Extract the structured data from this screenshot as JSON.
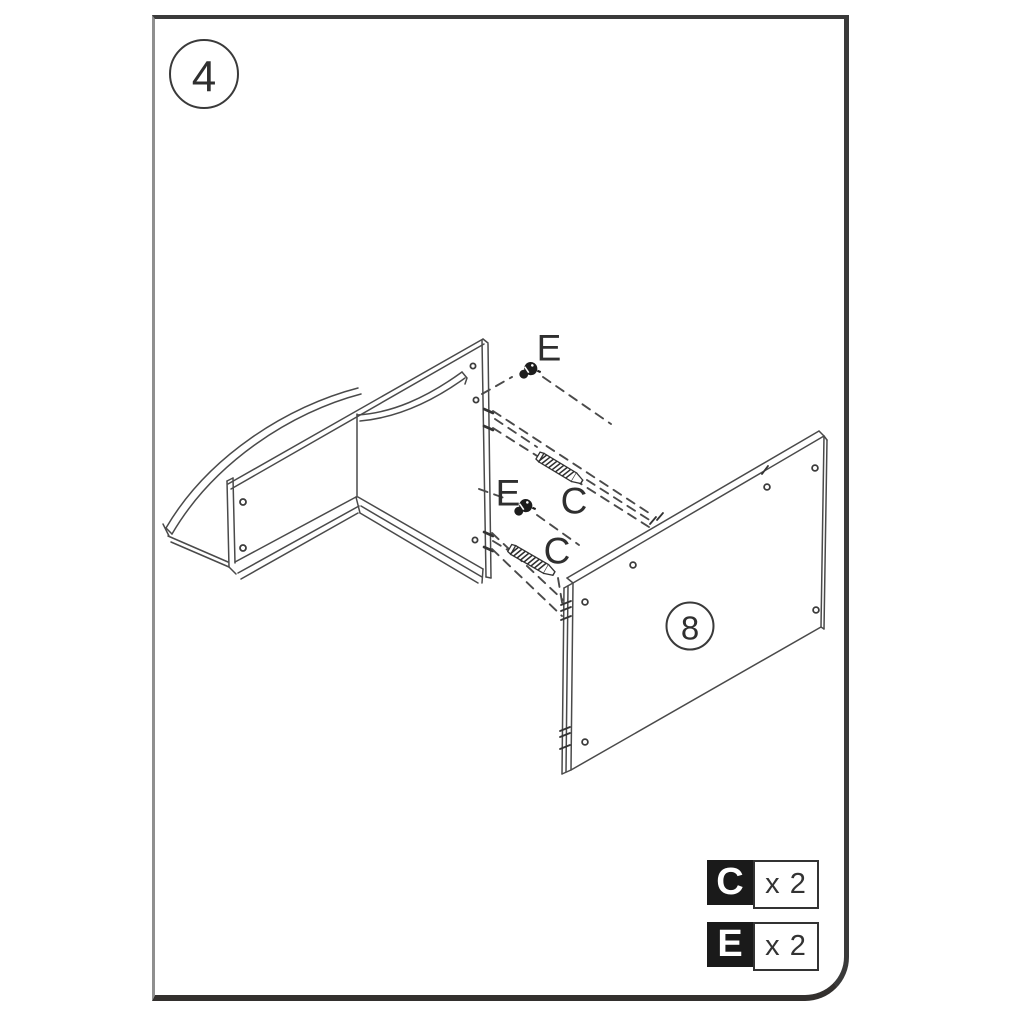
{
  "page": {
    "step_number": "4"
  },
  "diagram": {
    "panel_number": "8",
    "labels": {
      "cam_top": "E",
      "cam_mid": "E",
      "screw_upper": "C",
      "screw_lower": "C"
    }
  },
  "legend": {
    "items": [
      {
        "code": "C",
        "count": "x 2"
      },
      {
        "code": "E",
        "count": "x 2"
      }
    ]
  },
  "colors": {
    "line": "#4a4a4a",
    "label": "#2f2f2f",
    "legend_black": "#1a1a1a"
  }
}
